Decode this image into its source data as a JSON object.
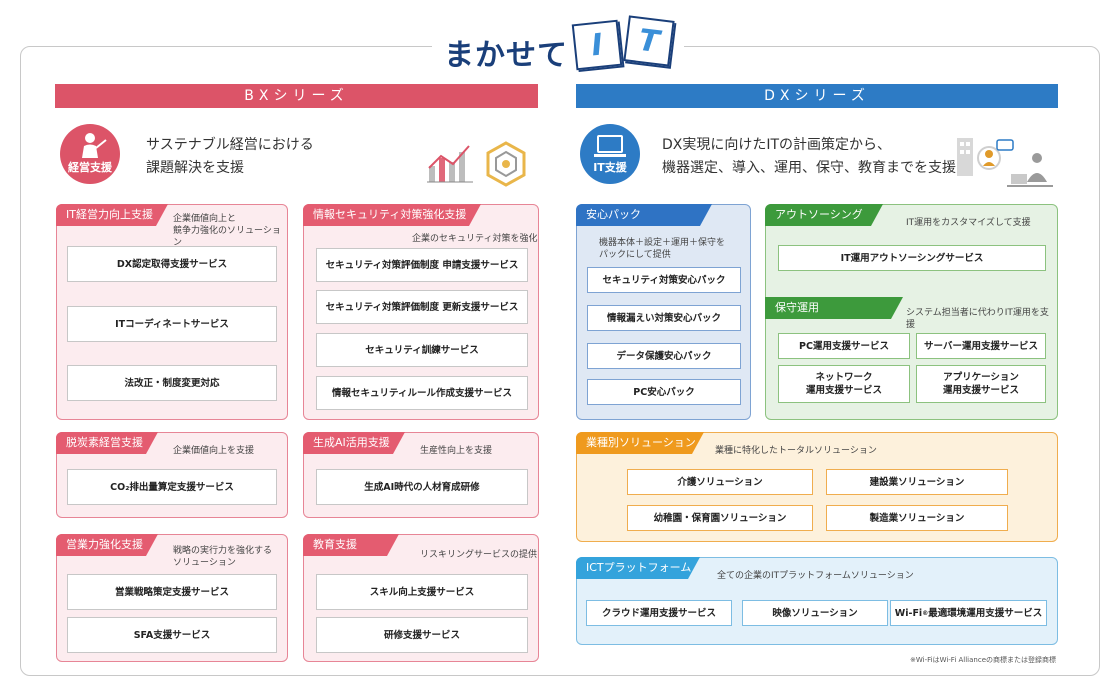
{
  "logo": {
    "text": "まかせて",
    "letter1": "I",
    "letter2": "T"
  },
  "bx": {
    "bar_label": "BXシリーズ",
    "icon_label": "経営支援",
    "headline_1": "サステナブル経営における",
    "headline_2": "課題解決を支援",
    "panels": {
      "it": {
        "title": "IT経営力向上支援",
        "desc_1": "企業価値向上と",
        "desc_2": "競争力強化のソリューション",
        "services": [
          "DX認定取得支援サービス",
          "ITコーディネートサービス",
          "法改正・制度変更対応"
        ]
      },
      "security": {
        "title": "情報セキュリティ対策強化支援",
        "desc": "企業のセキュリティ対策を強化",
        "services": [
          "セキュリティ対策評価制度 申請支援サービス",
          "セキュリティ対策評価制度 更新支援サービス",
          "セキュリティ訓練サービス",
          "情報セキュリティルール作成支援サービス"
        ]
      },
      "decarb": {
        "title": "脱炭素経営支援",
        "desc": "企業価値向上を支援",
        "service": "CO₂排出量算定支援サービス"
      },
      "genai": {
        "title": "生成AI活用支援",
        "desc": "生産性向上を支援",
        "service": "生成AI時代の人材育成研修"
      },
      "sales": {
        "title": "営業力強化支援",
        "desc_1": "戦略の実行力を強化する",
        "desc_2": "ソリューション",
        "services": [
          "営業戦略策定支援サービス",
          "SFA支援サービス"
        ]
      },
      "edu": {
        "title": "教育支援",
        "desc": "リスキリングサービスの提供",
        "services": [
          "スキル向上支援サービス",
          "研修支援サービス"
        ]
      }
    }
  },
  "dx": {
    "bar_label": "DXシリーズ",
    "icon_label": "IT支援",
    "headline_1": "DX実現に向けたITの計画策定から、",
    "headline_2": "機器選定、導入、運用、保守、教育までを支援",
    "panels": {
      "anshin": {
        "title": "安心パック",
        "desc_1": "機器本体＋設定＋運用＋保守を",
        "desc_2": "パックにして提供",
        "services": [
          "セキュリティ対策安心パック",
          "情報漏えい対策安心パック",
          "データ保護安心パック",
          "PC安心パック"
        ]
      },
      "outsourcing": {
        "title": "アウトソーシング",
        "desc": "IT運用をカスタマイズして支援",
        "service": "IT運用アウトソーシングサービス"
      },
      "hoshu": {
        "title": "保守運用",
        "desc": "システム担当者に代わりIT運用を支援",
        "services": [
          "PC運用支援サービス",
          "サーバー運用支援サービス"
        ],
        "network_1": "ネットワーク",
        "network_2": "運用支援サービス",
        "app_1": "アプリケーション",
        "app_2": "運用支援サービス"
      },
      "industry": {
        "title": "業種別ソリューション",
        "desc": "業種に特化したトータルソリューション",
        "services": [
          "介護ソリューション",
          "建設業ソリューション",
          "幼稚園・保育園ソリューション",
          "製造業ソリューション"
        ]
      },
      "ict": {
        "title": "ICTプラットフォーム",
        "desc": "全ての企業のITプラットフォームソリューション",
        "services": [
          "クラウド運用支援サービス",
          "映像ソリューション"
        ],
        "wifi_pre": "Wi-Fi",
        "wifi_sup": "®",
        "wifi_post": "最適環境運用支援サービス"
      }
    }
  },
  "footnote": "※Wi-FiはWi-Fi Allianceの商標または登録商標",
  "colors": {
    "bx_accent": "#dc5468",
    "dx_accent": "#2d7bc5",
    "navy": "#1a3f7a"
  }
}
